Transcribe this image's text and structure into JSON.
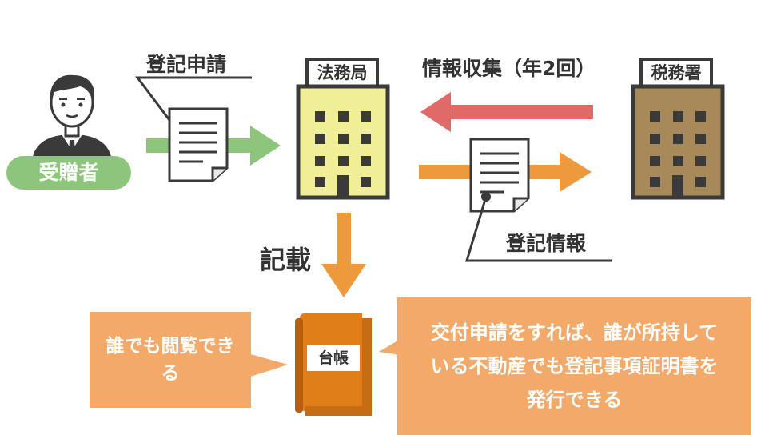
{
  "actors": {
    "recipient": "受贈者",
    "legal_affairs_bureau": "法務局",
    "tax_office": "税務署"
  },
  "labels": {
    "registration_application": "登記申請",
    "info_collection": "情報収集（年2回）",
    "registration_info": "登記情報",
    "record": "記載",
    "ledger": "台帳"
  },
  "bubbles": {
    "left": "誰でも閲覧できる",
    "right": "交付申請をすれば、誰が所持している不動産でも登記事項証明書を発行できる"
  },
  "colors": {
    "green_arrow": "#8dc57c",
    "red_arrow": "#e06a68",
    "orange_arrow": "#ec9a3b",
    "bureau_building": "#f1ee98",
    "tax_building": "#a8895a",
    "book": "#e07f1a",
    "bubble": "#f2a96a"
  }
}
